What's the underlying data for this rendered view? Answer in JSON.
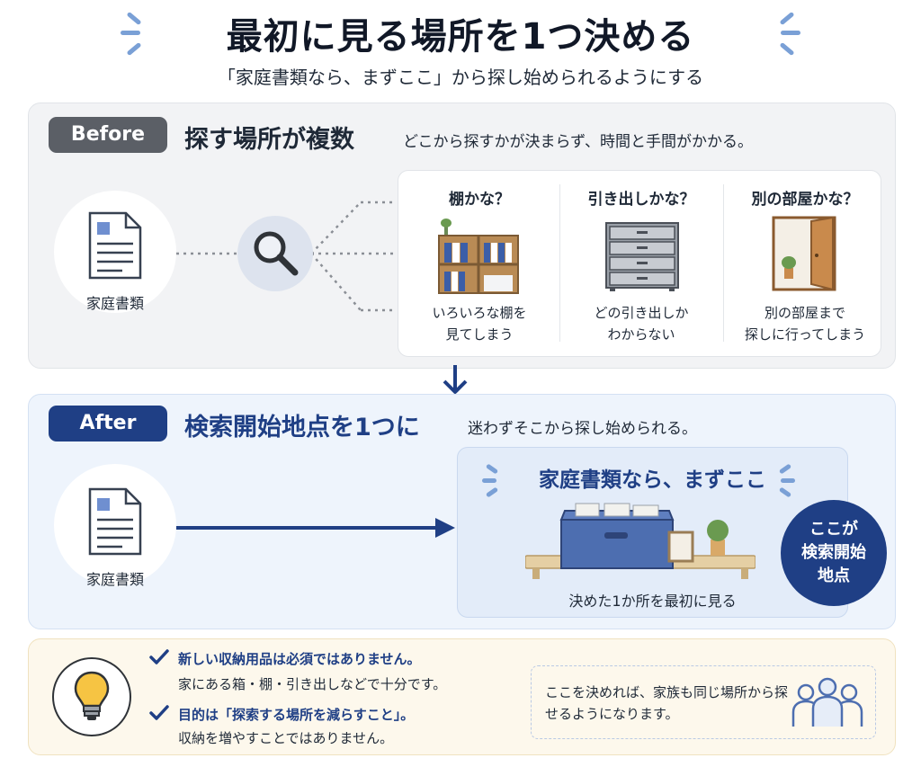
{
  "header": {
    "title": "最初に見る場所を1つ決める",
    "subtitle": "「家庭書類なら、まずここ」から探し始められるようにする"
  },
  "before": {
    "badge": "Before",
    "heading": "探す場所が複数",
    "note": "どこから探すかが決まらず、時間と手間がかかる。",
    "doc_label": "家庭書類",
    "columns": [
      {
        "question": "棚かな？",
        "desc_line1": "いろいろな棚を",
        "desc_line2": "見てしまう"
      },
      {
        "question": "引き出しかな？",
        "desc_line1": "どの引き出しか",
        "desc_line2": "わからない"
      },
      {
        "question": "別の部屋かな？",
        "desc_line1": "別の部屋まで",
        "desc_line2": "探しに行ってしまう"
      }
    ]
  },
  "after": {
    "badge": "After",
    "heading": "検索開始地点を1つに",
    "note": "迷わずそこから探し始められる。",
    "doc_label": "家庭書類",
    "card_title": "家庭書類なら、まずここ",
    "card_caption": "決めた1か所を最初に見る",
    "start_line1": "ここが",
    "start_line2": "検索開始",
    "start_line3": "地点"
  },
  "tips": {
    "point1_bold": "新しい収納用品は必須ではありません。",
    "point1_text": "家にある箱・棚・引き出しなどで十分です。",
    "point2_bold": "目的は「探索する場所を減らすこと」。",
    "point2_text": "収納を増やすことではありません。",
    "family_text": "ここを決めれば、家族も同じ場所から探せるようになります。"
  },
  "colors": {
    "navy": "#1f3f85",
    "gray_badge": "#5b5f66",
    "accent_light": "#7aa0d6"
  },
  "icons": [
    "document-icon",
    "search-icon",
    "shelf-icon",
    "drawer-icon",
    "door-icon",
    "storage-box-icon",
    "lightbulb-icon",
    "check-icon",
    "family-icon",
    "arrow-down-icon",
    "arrow-right-icon"
  ]
}
